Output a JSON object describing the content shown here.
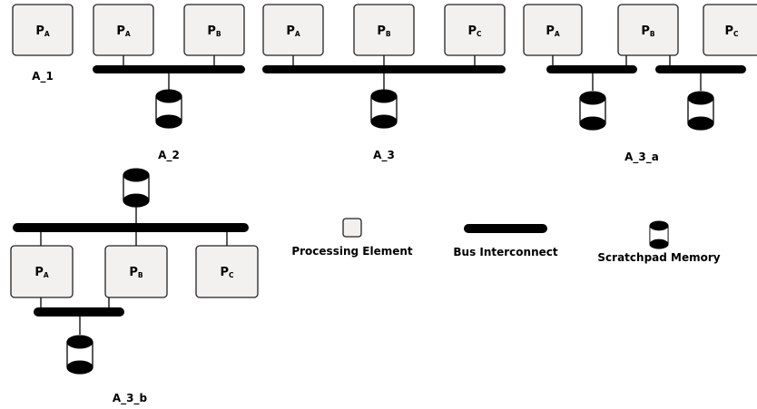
{
  "element_labels": {
    "pa_main": "P",
    "pa_sub": "A",
    "pb_main": "P",
    "pb_sub": "B",
    "pc_main": "P",
    "pc_sub": "C"
  },
  "configs": {
    "a1": "A_1",
    "a2": "A_2",
    "a3": "A_3",
    "a3a": "A_3_a",
    "a3b": "A_3_b"
  },
  "legend": {
    "processing_element": "Processing Element",
    "bus_interconnect": "Bus Interconnect",
    "scratchpad_memory": "Scratchpad Memory"
  }
}
